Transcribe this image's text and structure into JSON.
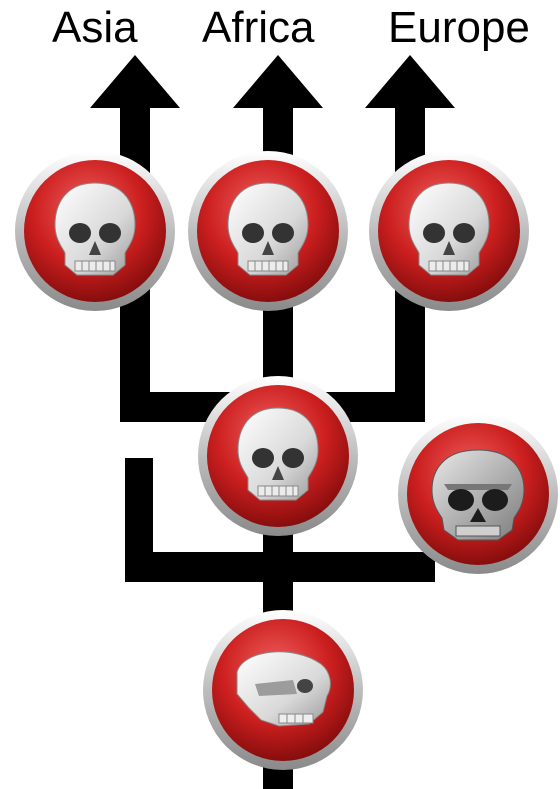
{
  "labels": {
    "asia": "Asia",
    "africa": "Africa",
    "europe": "Europe"
  },
  "colors": {
    "branch": "#000000",
    "node_red": "#cc1f1f",
    "node_dark_red": "#7a0a0a",
    "ring_silver": "#c8c8c8",
    "skull_white": "#f2f2f2",
    "skull_shadow": "#6e6e6e"
  },
  "nodes": [
    {
      "id": "asia-modern-human",
      "icon": "modern-skull-icon"
    },
    {
      "id": "africa-modern-human",
      "icon": "modern-skull-icon"
    },
    {
      "id": "europe-modern-human",
      "icon": "modern-skull-icon"
    },
    {
      "id": "common-ancestor-modern-human",
      "icon": "modern-skull-icon"
    },
    {
      "id": "archaic-human",
      "icon": "archaic-skull-icon"
    },
    {
      "id": "early-hominin-ancestor",
      "icon": "early-hominin-skull-icon"
    }
  ]
}
